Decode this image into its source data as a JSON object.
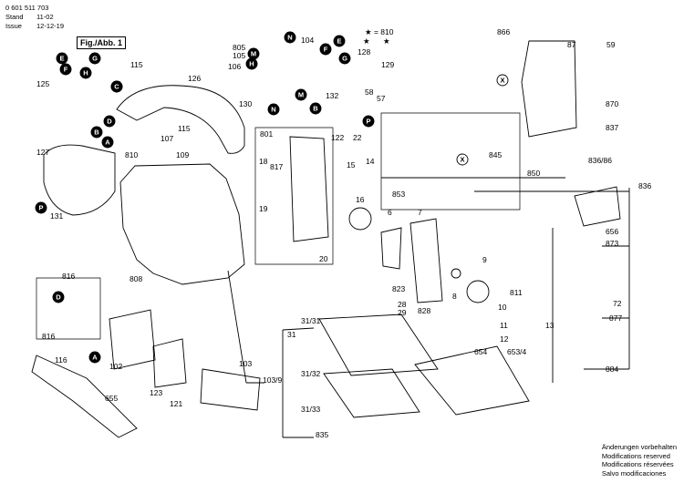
{
  "header": {
    "doc_number": "0 601 511 703",
    "stand_label": "Stand",
    "stand_value": "11-02",
    "issue_label": "Issue",
    "issue_value": "12-12-19",
    "figure_label": "Fig./Abb. 1"
  },
  "note_lines": [
    "Änderungen vorbehalten",
    "Modifications reserved",
    "Modifications réservées",
    "Salvo modificaciones"
  ],
  "part_labels": [
    "805",
    "105",
    "104",
    "★ = 810",
    "866",
    "87",
    "59",
    "115",
    "106",
    "★",
    "128",
    "★",
    "129",
    "125",
    "126",
    "58",
    "57",
    "130",
    "132",
    "870",
    "837",
    "127",
    "810",
    "115",
    "107",
    "109",
    "801",
    "18",
    "817",
    "122",
    "22",
    "15",
    "14",
    "845",
    "836/86",
    "850",
    "836",
    "19",
    "16",
    "853",
    "131",
    "6",
    "7",
    "20",
    "656",
    "873",
    "808",
    "816",
    "823",
    "9",
    "28",
    "29",
    "828",
    "10",
    "811",
    "8",
    "72",
    "816",
    "31/31",
    "11",
    "12",
    "13",
    "877",
    "31",
    "116",
    "102",
    "654",
    "653/4",
    "884",
    "103",
    "103/9",
    "31/32",
    "123",
    "121",
    "655",
    "31/33",
    "835"
  ],
  "letter_markers": [
    "E",
    "F",
    "H",
    "G",
    "C",
    "D",
    "A",
    "B",
    "P",
    "M",
    "N",
    "F",
    "H",
    "E",
    "G",
    "M",
    "N",
    "B",
    "P",
    "D",
    "A",
    "X",
    "X",
    "C"
  ],
  "colors": {
    "line": "#000000",
    "marker_fill": "#000000",
    "marker_text": "#ffffff"
  }
}
